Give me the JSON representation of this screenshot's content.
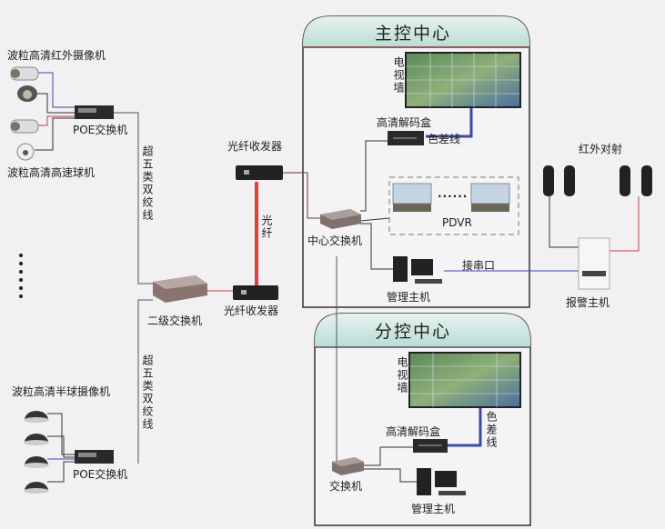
{
  "main_center": {
    "title": "主控中心",
    "tv_wall": "电视墙",
    "decoder": "高清解码盒",
    "component_cable": "色差线",
    "pdvr": "PDVR",
    "pdvr_ellipsis": "......",
    "center_switch": "中心交换机",
    "management_host": "管理主机",
    "serial_port": "接串口"
  },
  "sub_center": {
    "title": "分控中心",
    "tv_wall": "电视墙",
    "decoder": "高清解码盒",
    "component_cable": "色差线",
    "switch": "交换机",
    "management_host": "管理主机"
  },
  "front_end": {
    "ir_camera": "波粒高清红外摄像机",
    "speed_dome": "波粒高清高速球机",
    "dome_camera": "波粒高清半球摄像机",
    "poe_switch_top": "POE交换机",
    "poe_switch_bottom": "POE交换机",
    "cat5e_top": "超五类双绞线",
    "cat5e_bottom": "超五类双绞线",
    "second_switch": "二级交换机",
    "fiber_top": "光纤收发器",
    "fiber_bottom": "光纤收发器",
    "fiber": "光纤",
    "ellipsis": "······"
  },
  "alarm": {
    "ir_beam": "红外对射",
    "alarm_host": "报警主机"
  },
  "colors": {
    "teal_header": "#cfe6e2",
    "fiber_red": "#e0403a",
    "blue_cable": "#3a4aa8"
  }
}
